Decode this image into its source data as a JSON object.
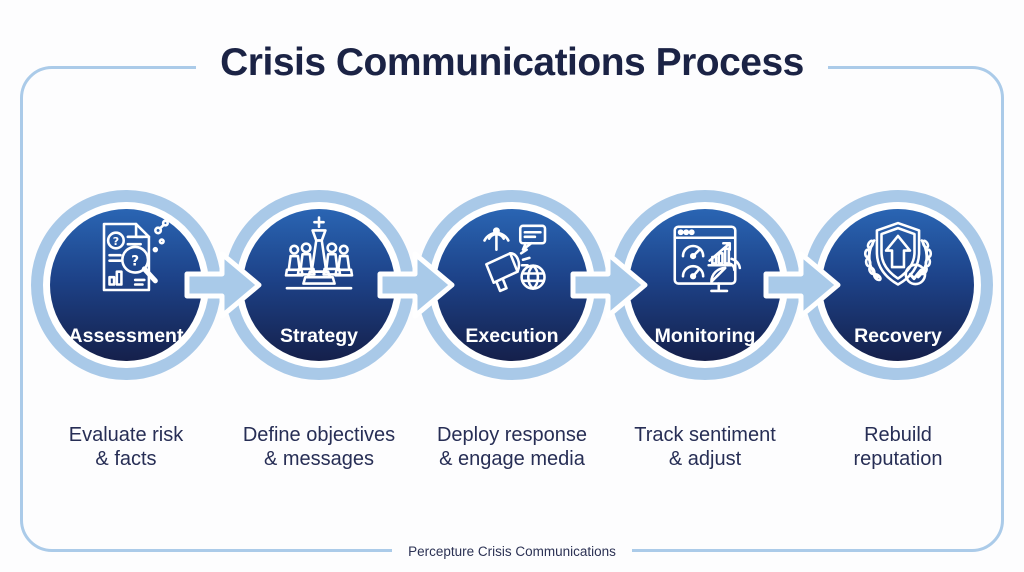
{
  "title": "Crisis Communications Process",
  "footer": "Percepture Crisis Communications",
  "steps": [
    {
      "label": "Assessment",
      "desc_line1": "Evaluate risk",
      "desc_line2": "& facts",
      "icon": "document-magnifier-icon"
    },
    {
      "label": "Strategy",
      "desc_line1": "Define objectives",
      "desc_line2": "& messages",
      "icon": "chess-pieces-icon"
    },
    {
      "label": "Execution",
      "desc_line1": "Deploy response",
      "desc_line2": "& engage media",
      "icon": "megaphone-broadcast-icon"
    },
    {
      "label": "Monitoring",
      "desc_line1": "Track sentiment",
      "desc_line2": "& adjust",
      "icon": "dashboard-gauges-icon"
    },
    {
      "label": "Recovery",
      "desc_line1": "Rebuild",
      "desc_line2": "reputation",
      "icon": "shield-arrow-laurel-icon"
    }
  ],
  "colors": {
    "frame_border": "#abcbe9",
    "ring": "#a9c9e8",
    "arrow_fill": "#a9cae9",
    "circle_gradient_top": "#2a65b3",
    "circle_gradient_bottom": "#15204b",
    "title_text": "#1b2345",
    "description_text": "#272e55",
    "label_text": "#ffffff"
  }
}
